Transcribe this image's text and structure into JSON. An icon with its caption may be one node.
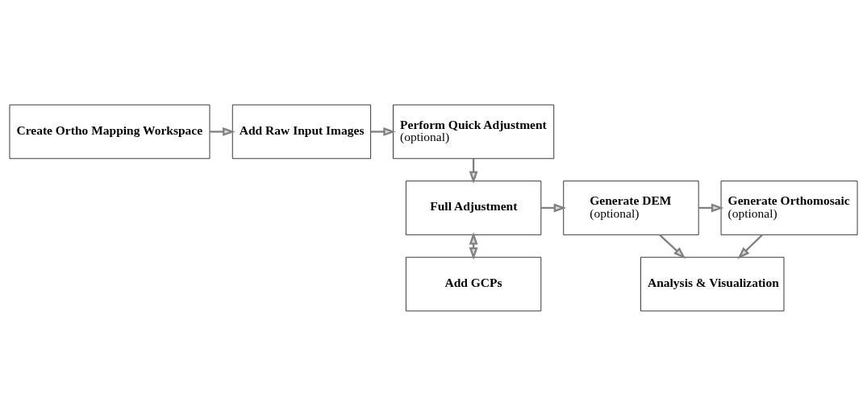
{
  "diagram": {
    "nodes": [
      {
        "text": [
          "Create Ortho Mapping Workspace"
        ]
      },
      {
        "text": [
          "Add Raw Input Images"
        ]
      },
      {
        "text": [
          "Perform Quick Adjustment",
          "(optional)"
        ]
      },
      {
        "text": [
          "Generate Orthomosaic",
          "(optional)"
        ]
      },
      {
        "text": [
          "Generate DEM",
          "(optional)"
        ]
      },
      {
        "text": [
          "Full Adjustment"
        ]
      },
      {
        "text": [
          "Analysis & Visualization"
        ]
      },
      {
        "text": [
          "Add GCPs"
        ]
      }
    ],
    "edges": [
      {
        "from": 0,
        "to": 1,
        "arrow": "to"
      },
      {
        "from": 1,
        "to": 2,
        "arrow": "to"
      },
      {
        "from": 2,
        "to": 5,
        "arrow": "to"
      },
      {
        "from": 5,
        "to": 4,
        "arrow": "to"
      },
      {
        "from": 4,
        "to": 3,
        "arrow": "to"
      },
      {
        "from": 3,
        "to": 6,
        "arrow": "to"
      },
      {
        "from": 4,
        "to": 6,
        "arrow": "to"
      },
      {
        "from": 5,
        "to": 7,
        "arrow": "both"
      }
    ]
  }
}
